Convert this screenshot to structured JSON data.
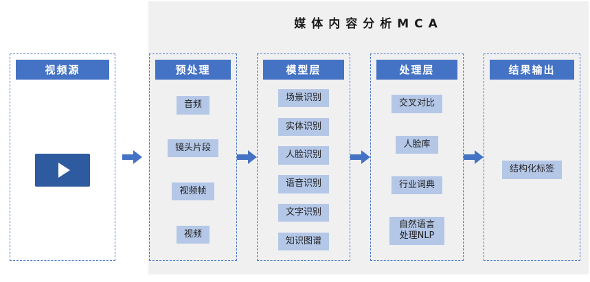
{
  "title": "媒体内容分析MCA",
  "columns": [
    {
      "header": "视频源",
      "items": []
    },
    {
      "header": "预处理",
      "items": [
        "音频",
        "镜头片段",
        "视频帧",
        "视频"
      ]
    },
    {
      "header": "模型层",
      "items": [
        "场景识别",
        "实体识别",
        "人脸识别",
        "语音识别",
        "文字识别",
        "知识图谱"
      ]
    },
    {
      "header": "处理层",
      "items": [
        "交叉对比",
        "人脸库",
        "行业词典",
        "自然语言处理NLP"
      ]
    },
    {
      "header": "结果输出",
      "items": [
        "结构化标签"
      ]
    }
  ],
  "colors": {
    "header_blue": "#4472C4",
    "item_light_blue": "#B4C7E7",
    "play_button_blue": "#2E5B9F",
    "arrow_blue": "#4472C4",
    "panel_gray": "#F0F0F1",
    "dashed_border_blue": "#4472C4"
  }
}
